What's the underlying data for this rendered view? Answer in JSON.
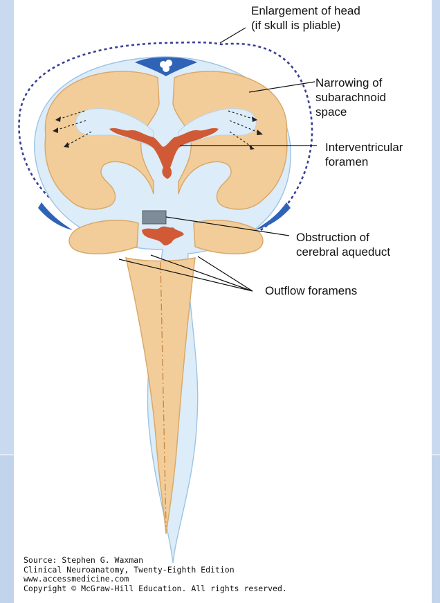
{
  "labels": {
    "enlargement_line1": "Enlargement of head",
    "enlargement_line2": "(if skull is pliable)",
    "narrowing_line1": "Narrowing of",
    "narrowing_line2": "subarachnoid",
    "narrowing_line3": "space",
    "interventricular_line1": "Interventricular",
    "interventricular_line2": "foramen",
    "obstruction_line1": "Obstruction of",
    "obstruction_line2": "cerebral aqueduct",
    "outflow": "Outflow foramens"
  },
  "source": {
    "line1": "Source: Stephen G. Waxman",
    "line2": "Clinical Neuroanatomy, Twenty-Eighth Edition",
    "line3": "www.accessmedicine.com",
    "line4": "Copyright © McGraw-Hill Education. All rights reserved."
  },
  "colors": {
    "brain_tissue": "#f2cd9a",
    "brain_outline": "#d9a96a",
    "csf_space": "#dcecf8",
    "ventricle_fill": "#cf5a35",
    "dark_blue": "#2f63b6",
    "dashed_skull": "#3a3f96",
    "obstruction_box": "#7d8c98",
    "background": "#c9daf0"
  }
}
